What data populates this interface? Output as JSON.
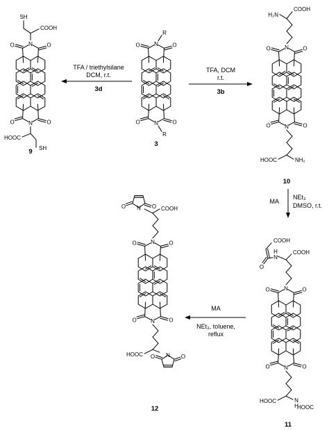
{
  "compounds": {
    "c3": {
      "number": "3",
      "r_top": "R",
      "r_bottom": "R"
    },
    "c9": {
      "number": "9",
      "sh_top": "SH",
      "cooh_top": "COOH",
      "cooh_bottom": "HOOC",
      "sh_bottom": "SH"
    },
    "c10": {
      "number": "10",
      "nh2_top": "H₂N",
      "cooh_top": "COOH",
      "cooh_bottom": "HOOC",
      "nh2_bottom": "NH₂"
    },
    "c11": {
      "number": "11",
      "cooh_maleamic": "COOH",
      "nh_top": "H",
      "cooh_top": "COOH",
      "cooh_bottom": "HOOC",
      "nh_bottom": "H",
      "cooh_maleamic_bottom": "HOOC"
    },
    "c12": {
      "number": "12",
      "cooh_top": "COOH",
      "cooh_bottom": "HOOC"
    }
  },
  "atoms": {
    "N": "N",
    "O": "O"
  },
  "reactions": {
    "r_3_to_9": {
      "line1": "TFA / triethylsilane",
      "line2": "DCM, r.t.",
      "label": "3d"
    },
    "r_3_to_10": {
      "line1": "TFA, DCM",
      "line2": "r.t.",
      "label": "3b"
    },
    "r_10_to_11": {
      "reagent_left": "MA",
      "line1": "NEt₃",
      "line2": "DMSO, r.t."
    },
    "r_11_to_12": {
      "line1": "MA",
      "line2": "NEt₃, toluene,",
      "line3": "reflux"
    }
  }
}
